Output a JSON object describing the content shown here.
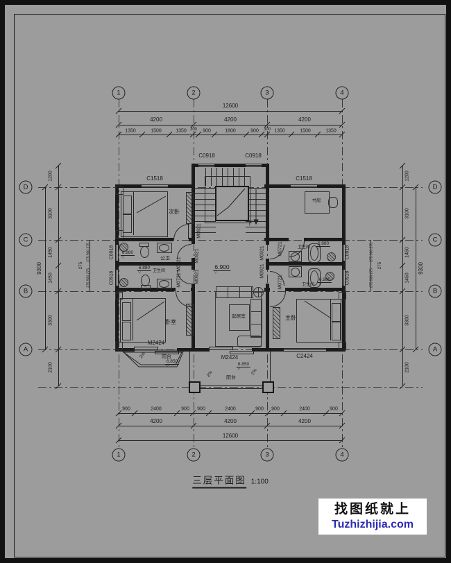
{
  "axes": {
    "cols": [
      "1",
      "2",
      "3",
      "4"
    ],
    "rows": [
      "D",
      "C",
      "B",
      "A"
    ]
  },
  "dims": {
    "top": {
      "total": "12600",
      "majors": [
        "4200",
        "4200",
        "4200"
      ],
      "inter": [
        "300",
        "300"
      ],
      "minors": [
        "1350",
        "1500",
        "1350",
        "900",
        "1800",
        "900",
        "1350",
        "1500",
        "1350"
      ]
    },
    "bottom": {
      "minors": [
        "900",
        "2400",
        "900",
        "900",
        "2400",
        "900",
        "900",
        "2400",
        "900"
      ],
      "majors": [
        "4200",
        "4200",
        "4200"
      ],
      "total": "12600"
    },
    "side": {
      "items": [
        "1200",
        "3100",
        "1450",
        "1450",
        "3300",
        "2100"
      ],
      "total": "9300"
    },
    "inner": {
      "chain": "275 900 275",
      "label": "275"
    }
  },
  "tags": {
    "c1518": "C1518",
    "c0918": "C0918",
    "c2424": "C2424",
    "m2424": "M2424",
    "m0921": "M0921",
    "m0721": "M0721"
  },
  "rooms": {
    "bedroom2": "次卧",
    "study": "书房",
    "public_bath": "公卫",
    "bath": "卫生间",
    "living": "起居室",
    "bedroom": "卧室",
    "master": "主卧",
    "balcony": "阳台",
    "down": "下"
  },
  "levels": {
    "hall": "6.900",
    "bath": "6.880",
    "balcony": "6.850",
    "slope": "2%"
  },
  "title": {
    "name": "三层平面图",
    "scale": "1:100"
  },
  "watermark": {
    "line1": "找图纸就上",
    "line2": "Tuzhizhijia.com",
    "accent": "#2b2bb4"
  },
  "colors": {
    "paper": "#9c9c9c",
    "ink": "#1c1c1c"
  }
}
